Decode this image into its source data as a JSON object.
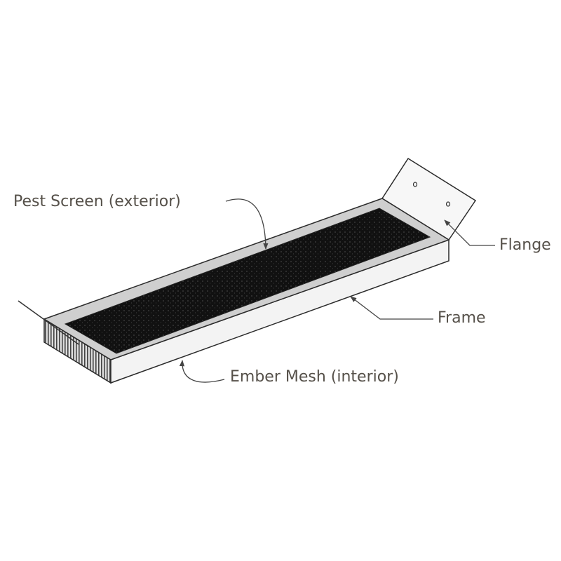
{
  "labels": {
    "pest_screen": "Pest Screen (exterior)",
    "flange": "Flange",
    "frame": "Frame",
    "ember_mesh": "Ember Mesh (interior)"
  },
  "colors": {
    "outline": "#2b2b2b",
    "frame_top": "#cfcfcf",
    "frame_side": "#f3f3f3",
    "mesh": "#111111",
    "label_text": "#555049"
  }
}
